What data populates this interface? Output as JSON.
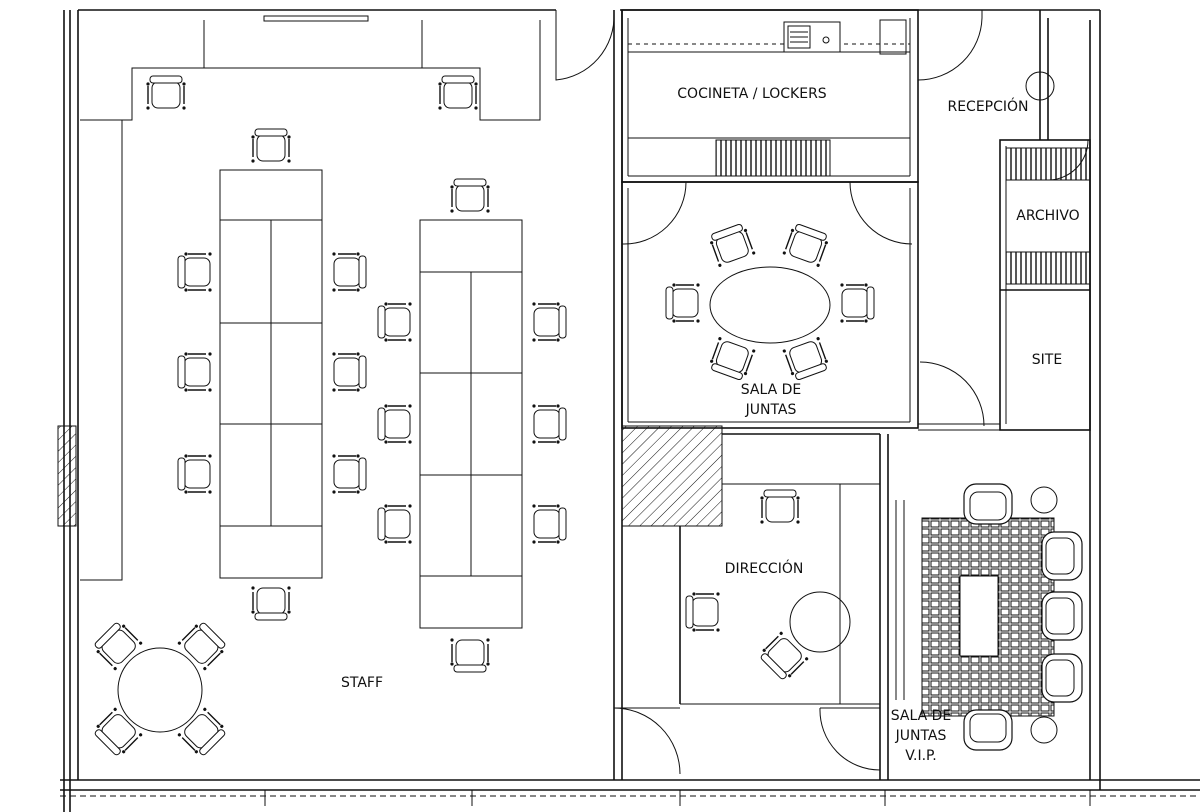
{
  "floor_plan": {
    "rooms": {
      "staff": "STAFF",
      "kitchen": "COCINETA / LOCKERS",
      "reception": "RECEPCIÓN",
      "archive": "ARCHIVO",
      "site": "SITE",
      "meeting_line1": "SALA DE",
      "meeting_line2": "JUNTAS",
      "direction": "DIRECCIÓN",
      "vip_line1": "SALA DE",
      "vip_line2": "JUNTAS",
      "vip_line3": "V.I.P."
    },
    "colors": {
      "line": "#111111",
      "background": "#ffffff"
    }
  }
}
